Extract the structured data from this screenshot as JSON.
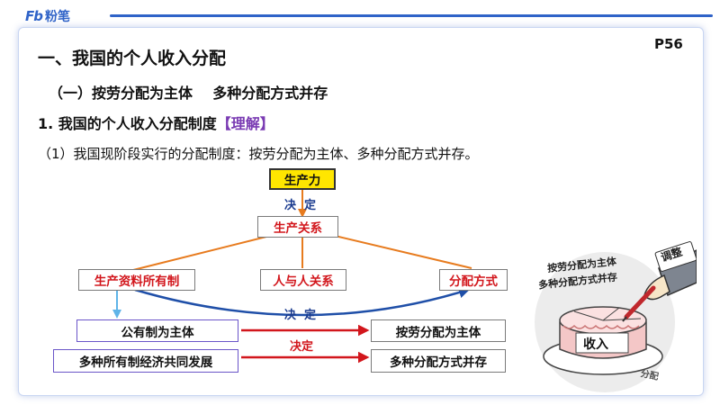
{
  "logo": {
    "mark": "Fb",
    "brand": "粉笔"
  },
  "page_number": "P56",
  "heading1": "一、我国的个人收入分配",
  "heading2": "（一）按劳分配为主体    多种分配方式并存",
  "heading3": {
    "text": "1. 我国的个人收入分配制度",
    "tag": "【理解】"
  },
  "paragraph": "（1）我国现阶段实行的分配制度：按劳分配为主体、多种分配方式并存。",
  "diagram": {
    "productivity": "生产力",
    "decides_top": "决  定",
    "relations": "生产关系",
    "ownership": "生产资料所有制",
    "human_relations": "人与人关系",
    "distribution": "分配方式",
    "decides_middle": "决  定",
    "public_ownership": "公有制为主体",
    "multi_ownership": "多种所有制经济共同发展",
    "decides_bottom": "决定",
    "labor_distribution": "按劳分配为主体",
    "multi_distribution": "多种分配方式并存"
  },
  "illustration": {
    "hand_text_line1": "按劳分配为主体",
    "hand_text_line2": "多种分配方式并存",
    "pen_label": "调整",
    "cake_label": "收入",
    "plate_label": "分配"
  },
  "colors": {
    "brand_blue": "#2f63c8",
    "accent_red": "#d2161c",
    "tag_purple": "#7a3bb3",
    "highlight_yellow": "#ffe600"
  }
}
